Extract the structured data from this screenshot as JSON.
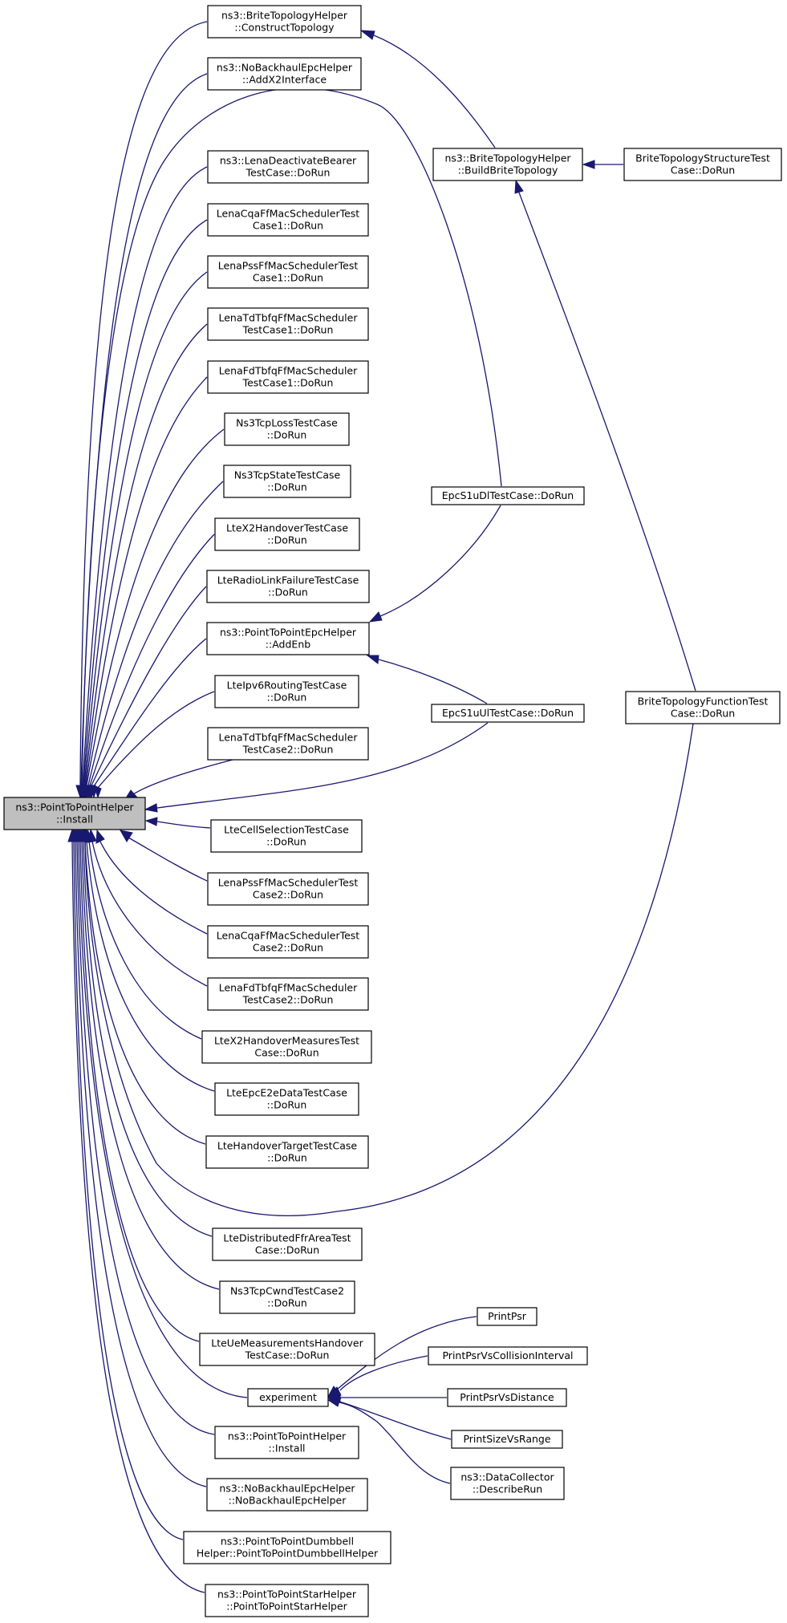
{
  "graph": {
    "colors": {
      "edge": "#191970",
      "root_fill": "#bfbfbf",
      "node_fill": "#ffffff",
      "border": "#000000"
    },
    "nodes": [
      {
        "id": "root",
        "lines": [
          "ns3::PointToPointHelper",
          "::Install"
        ],
        "root": true
      },
      {
        "id": "brite_construct",
        "lines": [
          "ns3::BriteTopologyHelper",
          "::ConstructTopology"
        ]
      },
      {
        "id": "nobackhaul_addx2",
        "lines": [
          "ns3::NoBackhaulEpcHelper",
          "::AddX2Interface"
        ]
      },
      {
        "id": "lena_deactivate",
        "lines": [
          "ns3::LenaDeactivateBearer",
          "TestCase::DoRun"
        ]
      },
      {
        "id": "lena_cqa1",
        "lines": [
          "LenaCqaFfMacSchedulerTest",
          "Case1::DoRun"
        ]
      },
      {
        "id": "lena_pss1",
        "lines": [
          "LenaPssFfMacSchedulerTest",
          "Case1::DoRun"
        ]
      },
      {
        "id": "lena_tdtbfq1",
        "lines": [
          "LenaTdTbfqFfMacScheduler",
          "TestCase1::DoRun"
        ]
      },
      {
        "id": "lena_fdtbfq1",
        "lines": [
          "LenaFdTbfqFfMacScheduler",
          "TestCase1::DoRun"
        ]
      },
      {
        "id": "ns3tcploss",
        "lines": [
          "Ns3TcpLossTestCase",
          "::DoRun"
        ]
      },
      {
        "id": "ns3tcpstate",
        "lines": [
          "Ns3TcpStateTestCase",
          "::DoRun"
        ]
      },
      {
        "id": "ltex2handover",
        "lines": [
          "LteX2HandoverTestCase",
          "::DoRun"
        ]
      },
      {
        "id": "lteradiolink",
        "lines": [
          "LteRadioLinkFailureTestCase",
          "::DoRun"
        ]
      },
      {
        "id": "p2p_addenb",
        "lines": [
          "ns3::PointToPointEpcHelper",
          "::AddEnb"
        ]
      },
      {
        "id": "lteipv6",
        "lines": [
          "LteIpv6RoutingTestCase",
          "::DoRun"
        ]
      },
      {
        "id": "lena_tdtbfq2",
        "lines": [
          "LenaTdTbfqFfMacScheduler",
          "TestCase2::DoRun"
        ]
      },
      {
        "id": "ltecellsel",
        "lines": [
          "LteCellSelectionTestCase",
          "::DoRun"
        ]
      },
      {
        "id": "lena_pss2",
        "lines": [
          "LenaPssFfMacSchedulerTest",
          "Case2::DoRun"
        ]
      },
      {
        "id": "lena_cqa2",
        "lines": [
          "LenaCqaFfMacSchedulerTest",
          "Case2::DoRun"
        ]
      },
      {
        "id": "lena_fdtbfq2",
        "lines": [
          "LenaFdTbfqFfMacScheduler",
          "TestCase2::DoRun"
        ]
      },
      {
        "id": "ltex2measures",
        "lines": [
          "LteX2HandoverMeasuresTest",
          "Case::DoRun"
        ]
      },
      {
        "id": "lteepce2e",
        "lines": [
          "LteEpcE2eDataTestCase",
          "::DoRun"
        ]
      },
      {
        "id": "ltehandovertarget",
        "lines": [
          "LteHandoverTargetTestCase",
          "::DoRun"
        ]
      },
      {
        "id": "ltedistffr",
        "lines": [
          "LteDistributedFfrAreaTest",
          "Case::DoRun"
        ]
      },
      {
        "id": "ns3tcpcwnd2",
        "lines": [
          "Ns3TcpCwndTestCase2",
          "::DoRun"
        ]
      },
      {
        "id": "lteuemeas",
        "lines": [
          "LteUeMeasurementsHandover",
          "TestCase::DoRun"
        ]
      },
      {
        "id": "experiment",
        "lines": [
          "experiment"
        ]
      },
      {
        "id": "p2p_install2",
        "lines": [
          "ns3::PointToPointHelper",
          "::Install"
        ]
      },
      {
        "id": "nobackhaul_ctor",
        "lines": [
          "ns3::NoBackhaulEpcHelper",
          "::NoBackhaulEpcHelper"
        ]
      },
      {
        "id": "dumbbell",
        "lines": [
          "ns3::PointToPointDumbbell",
          "Helper::PointToPointDumbbellHelper"
        ]
      },
      {
        "id": "star",
        "lines": [
          "ns3::PointToPointStarHelper",
          "::PointToPointStarHelper"
        ]
      },
      {
        "id": "brite_build",
        "lines": [
          "ns3::BriteTopologyHelper",
          "::BuildBriteTopology"
        ]
      },
      {
        "id": "epcs1udl",
        "lines": [
          "EpcS1uDlTestCase::DoRun"
        ]
      },
      {
        "id": "epcs1uul",
        "lines": [
          "EpcS1uUlTestCase::DoRun"
        ]
      },
      {
        "id": "printpsr",
        "lines": [
          "PrintPsr"
        ]
      },
      {
        "id": "printpsrcoll",
        "lines": [
          "PrintPsrVsCollisionInterval"
        ]
      },
      {
        "id": "printpsrdist",
        "lines": [
          "PrintPsrVsDistance"
        ]
      },
      {
        "id": "printsizerange",
        "lines": [
          "PrintSizeVsRange"
        ]
      },
      {
        "id": "datacollector",
        "lines": [
          "ns3::DataCollector",
          "::DescribeRun"
        ]
      },
      {
        "id": "brite_structure",
        "lines": [
          "BriteTopologyStructureTest",
          "Case::DoRun"
        ]
      },
      {
        "id": "brite_function",
        "lines": [
          "BriteTopologyFunctionTest",
          "Case::DoRun"
        ]
      }
    ],
    "edges": [
      {
        "from": "brite_construct",
        "to": "root"
      },
      {
        "from": "nobackhaul_addx2",
        "to": "root"
      },
      {
        "from": "lena_deactivate",
        "to": "root"
      },
      {
        "from": "lena_cqa1",
        "to": "root"
      },
      {
        "from": "lena_pss1",
        "to": "root"
      },
      {
        "from": "lena_tdtbfq1",
        "to": "root"
      },
      {
        "from": "lena_fdtbfq1",
        "to": "root"
      },
      {
        "from": "ns3tcploss",
        "to": "root"
      },
      {
        "from": "ns3tcpstate",
        "to": "root"
      },
      {
        "from": "ltex2handover",
        "to": "root"
      },
      {
        "from": "lteradiolink",
        "to": "root"
      },
      {
        "from": "p2p_addenb",
        "to": "root"
      },
      {
        "from": "lteipv6",
        "to": "root"
      },
      {
        "from": "lena_tdtbfq2",
        "to": "root"
      },
      {
        "from": "ltecellsel",
        "to": "root"
      },
      {
        "from": "lena_pss2",
        "to": "root"
      },
      {
        "from": "lena_cqa2",
        "to": "root"
      },
      {
        "from": "lena_fdtbfq2",
        "to": "root"
      },
      {
        "from": "ltex2measures",
        "to": "root"
      },
      {
        "from": "lteepce2e",
        "to": "root"
      },
      {
        "from": "ltehandovertarget",
        "to": "root"
      },
      {
        "from": "ltedistffr",
        "to": "root"
      },
      {
        "from": "ns3tcpcwnd2",
        "to": "root"
      },
      {
        "from": "lteuemeas",
        "to": "root"
      },
      {
        "from": "experiment",
        "to": "root"
      },
      {
        "from": "p2p_install2",
        "to": "root"
      },
      {
        "from": "nobackhaul_ctor",
        "to": "root"
      },
      {
        "from": "dumbbell",
        "to": "root"
      },
      {
        "from": "star",
        "to": "root"
      },
      {
        "from": "epcs1udl",
        "to": "root"
      },
      {
        "from": "epcs1uul",
        "to": "root"
      },
      {
        "from": "brite_function",
        "to": "root"
      },
      {
        "from": "brite_build",
        "to": "brite_construct"
      },
      {
        "from": "brite_structure",
        "to": "brite_build"
      },
      {
        "from": "brite_function",
        "to": "brite_build"
      },
      {
        "from": "epcs1udl",
        "to": "p2p_addenb"
      },
      {
        "from": "epcs1uul",
        "to": "p2p_addenb"
      },
      {
        "from": "printpsr",
        "to": "experiment"
      },
      {
        "from": "printpsrcoll",
        "to": "experiment"
      },
      {
        "from": "printpsrdist",
        "to": "experiment"
      },
      {
        "from": "printsizerange",
        "to": "experiment"
      },
      {
        "from": "datacollector",
        "to": "experiment"
      }
    ]
  }
}
